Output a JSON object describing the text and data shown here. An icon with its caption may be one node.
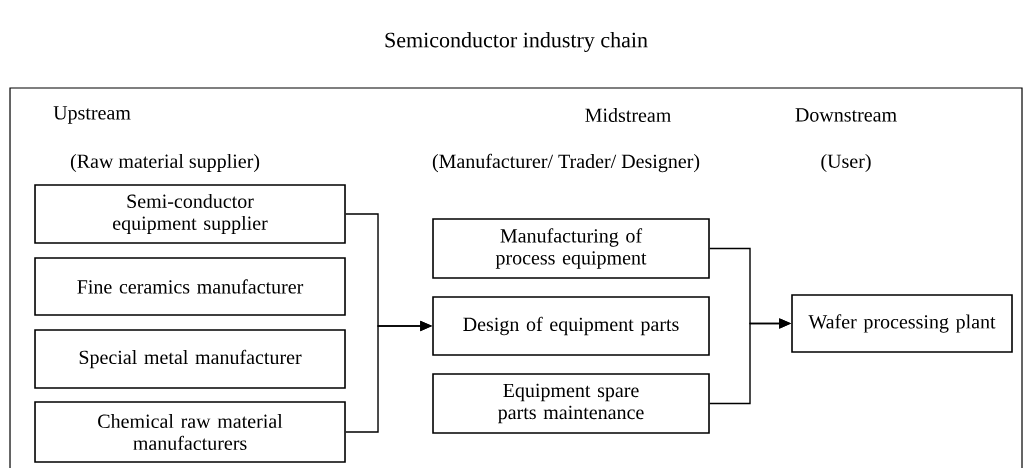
{
  "diagram": {
    "title": "Semiconductor industry chain",
    "nodes": [
      {
        "text": [
          "Semi-conductor equipment supplier"
        ]
      },
      {
        "text": [
          "Fine ceramics manufacturer"
        ]
      },
      {
        "text": [
          "Special metal manufacturer"
        ]
      },
      {
        "text": [
          "Chemical raw material manufacturers"
        ]
      },
      {
        "text": [
          "Manufacturing of process equipment"
        ]
      },
      {
        "text": [
          "Design of equipment parts"
        ]
      },
      {
        "text": [
          "Equipment spare parts maintenance"
        ]
      },
      {
        "text": [
          "Wafer processing plant"
        ]
      }
    ],
    "edges": [
      {
        "from": 0,
        "to": 5,
        "arrow": "to"
      },
      {
        "from": 3,
        "to": 5,
        "arrow": "to"
      },
      {
        "from": 4,
        "to": 7,
        "arrow": "to"
      },
      {
        "from": 6,
        "to": 7,
        "arrow": "to"
      }
    ],
    "labels": [
      "Upstream",
      "Midstream",
      "Downstream",
      "(Raw material supplier)",
      "(Manufacturer/ Trader/ Designer)",
      "(User)"
    ]
  }
}
